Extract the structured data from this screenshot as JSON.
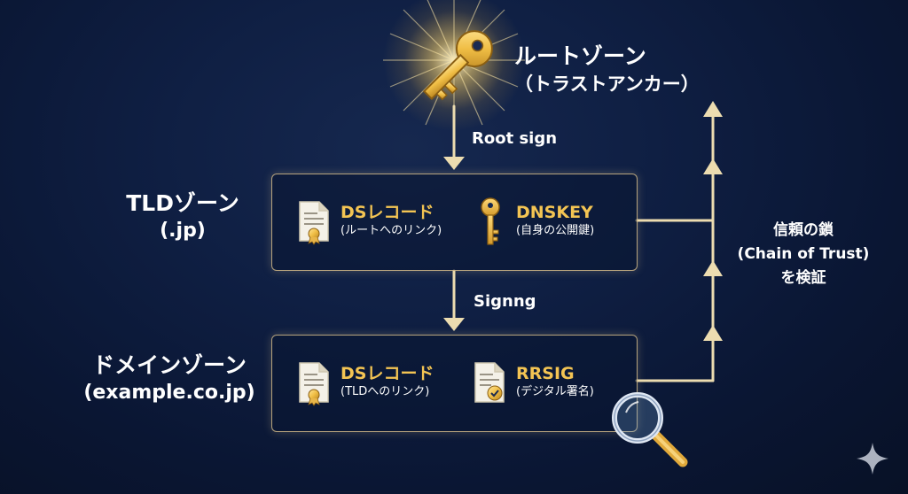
{
  "root": {
    "title": "ルートゾーン",
    "subtitle": "（トラストアンカー）",
    "icon": "key-icon"
  },
  "edges": {
    "root_to_tld": "Root sign",
    "tld_to_domain": "Signng"
  },
  "tld": {
    "title": "TLDゾーン",
    "subtitle": "(.jp)",
    "items": [
      {
        "label": "DSレコード",
        "sub": "(ルートへのリンク)",
        "icon": "certificate-icon"
      },
      {
        "label": "DNSKEY",
        "sub": "(自身の公開鍵)",
        "icon": "key-icon"
      }
    ]
  },
  "domain": {
    "title": "ドメインゾーン",
    "subtitle": "(example.co.jp)",
    "items": [
      {
        "label": "DSレコード",
        "sub": "(TLDへのリンク)",
        "icon": "certificate-icon"
      },
      {
        "label": "RRSIG",
        "sub": "(デジタル署名)",
        "icon": "signed-document-icon"
      }
    ]
  },
  "chain": {
    "line1": "信頼の鎖",
    "line2": "(Chain of Trust)",
    "line3": "を検証"
  },
  "colors": {
    "background": "#0b1733",
    "gold": "#f3c453",
    "line": "#ecdcb0",
    "text": "#ffffff"
  },
  "icons": [
    "key-icon",
    "certificate-icon",
    "signed-document-icon",
    "magnifier-icon",
    "sparkle-icon"
  ]
}
